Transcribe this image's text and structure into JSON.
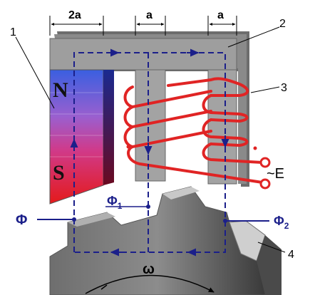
{
  "dimensions": {
    "width_label": "2a",
    "middle_label": "a",
    "right_label": "a"
  },
  "callouts": {
    "magnet": "1",
    "core": "2",
    "coil": "3",
    "gear": "4"
  },
  "poles": {
    "north": "N",
    "south": "S"
  },
  "flux": {
    "total": {
      "symbol": "Φ",
      "subscript": ""
    },
    "first": {
      "symbol": "Φ",
      "subscript": "1"
    },
    "second": {
      "symbol": "Φ",
      "subscript": "2"
    }
  },
  "source_label": "~E",
  "rotation_label": "ω",
  "colors": {
    "flux_path": "#1b1f8a",
    "coil": "#e02424",
    "core": "#9a9a9a",
    "gear": "#8a8a8a",
    "magnet_north": "#3a5fe0",
    "magnet_south": "#e41a1a"
  }
}
